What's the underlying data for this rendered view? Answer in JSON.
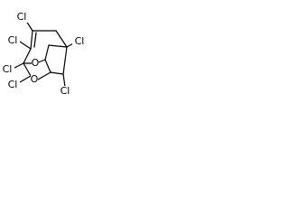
{
  "structure": {
    "atoms": {
      "cl_top": "Cl",
      "cl_mid_left": "Cl",
      "cl_right": "Cl",
      "cl_lower_left": "Cl",
      "o_upper": "O",
      "o_lower": "O",
      "cl_bottom_left": "Cl",
      "cl_bottom_right": "Cl"
    }
  }
}
